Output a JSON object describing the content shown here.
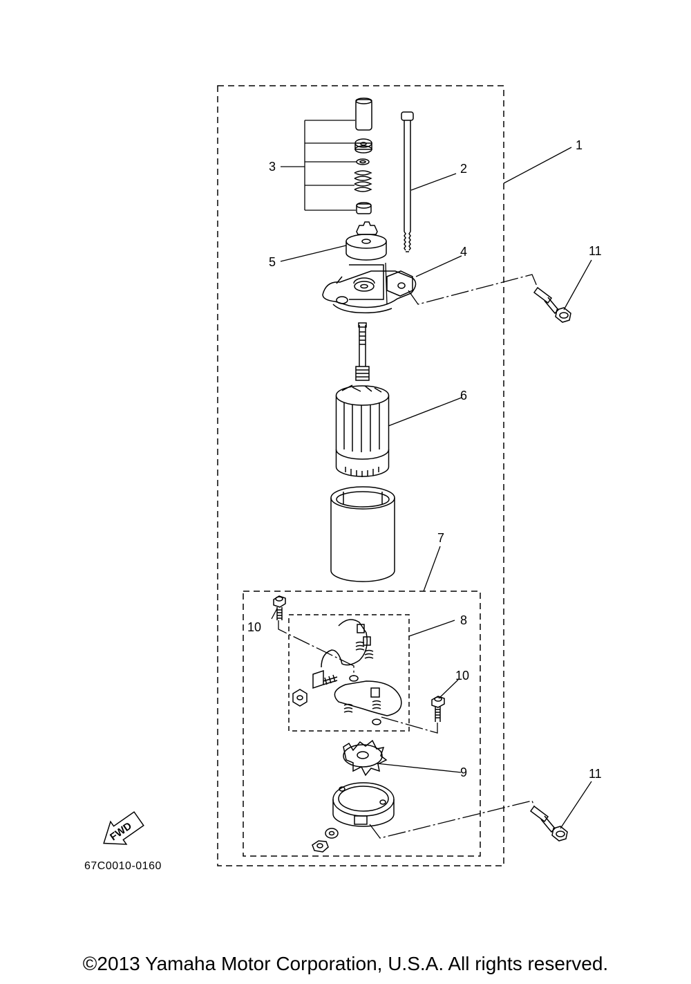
{
  "callouts": {
    "c1": "1",
    "c2": "2",
    "c3": "3",
    "c4": "4",
    "c5": "5",
    "c6": "6",
    "c7": "7",
    "c8": "8",
    "c9": "9",
    "c10a": "10",
    "c10b": "10",
    "c11a": "11",
    "c11b": "11"
  },
  "direction_badge": "FWD",
  "diagram_code": "67C0010-0160",
  "copyright": "©2013 Yamaha Motor Corporation, U.S.A. All rights reserved."
}
